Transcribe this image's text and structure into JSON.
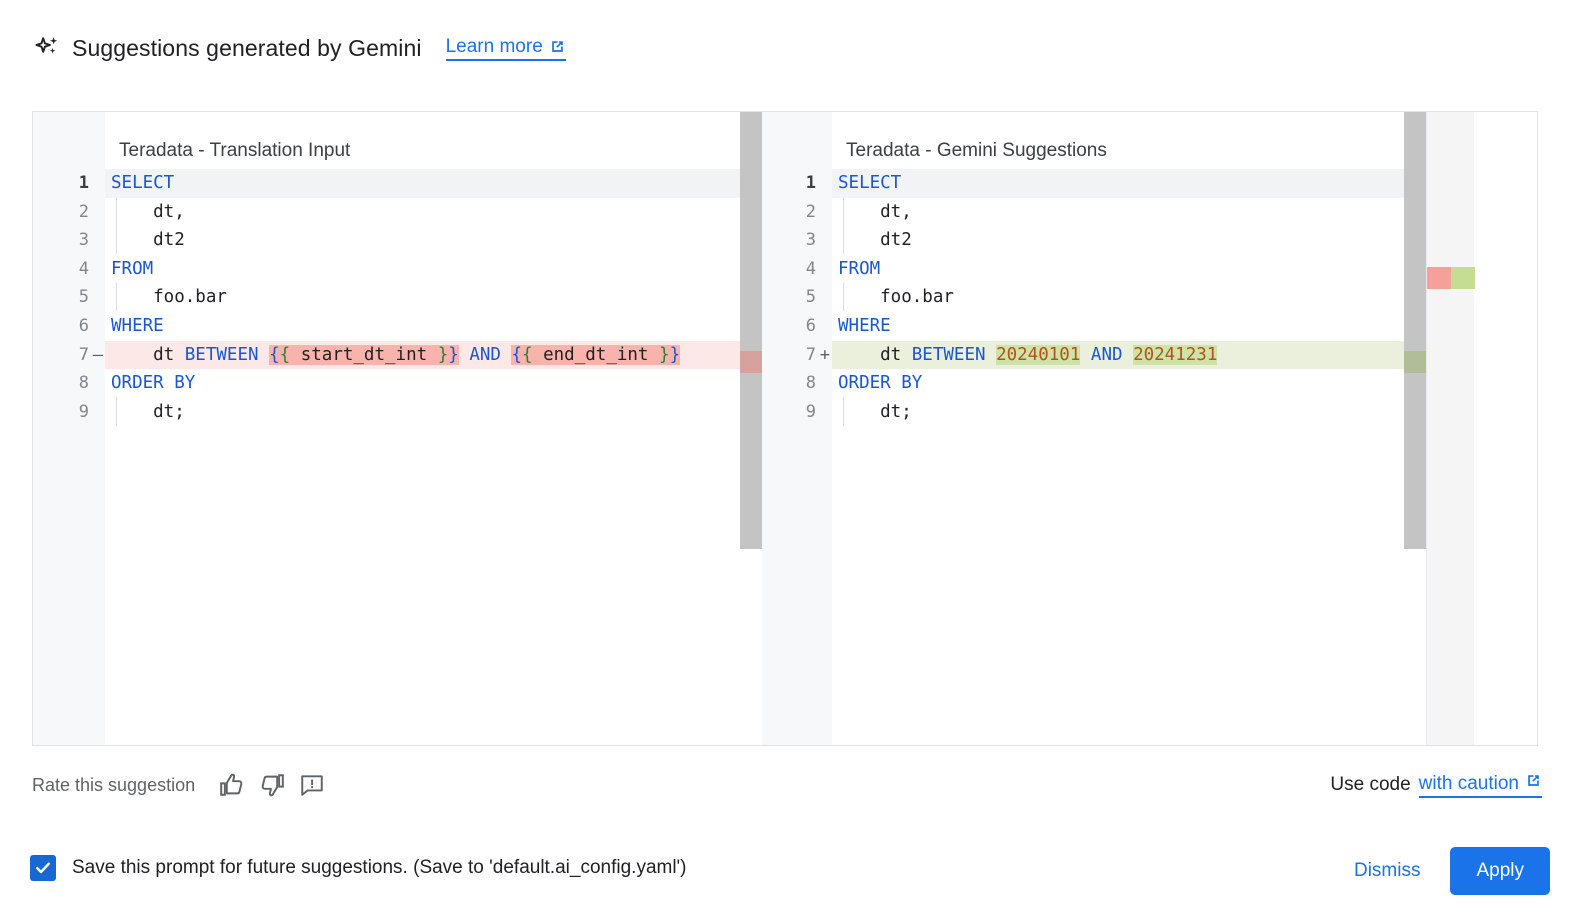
{
  "header": {
    "icon": "sparkle-icon",
    "title": "Suggestions generated by Gemini",
    "learn_more_label": "Learn more",
    "learn_more_icon": "external-link-icon",
    "link_color": "#1a73e8"
  },
  "editors": {
    "left": {
      "title": "Teradata - Translation Input",
      "lines": [
        {
          "n": "1",
          "sign": "",
          "active": true,
          "diff": "none"
        },
        {
          "n": "2",
          "sign": "",
          "active": false,
          "diff": "none"
        },
        {
          "n": "3",
          "sign": "",
          "active": false,
          "diff": "none"
        },
        {
          "n": "4",
          "sign": "",
          "active": false,
          "diff": "none"
        },
        {
          "n": "5",
          "sign": "",
          "active": false,
          "diff": "none"
        },
        {
          "n": "6",
          "sign": "",
          "active": false,
          "diff": "none"
        },
        {
          "n": "7",
          "sign": "—",
          "active": false,
          "diff": "del"
        },
        {
          "n": "8",
          "sign": "",
          "active": false,
          "diff": "none"
        },
        {
          "n": "9",
          "sign": "",
          "active": false,
          "diff": "none"
        }
      ],
      "code": [
        "SELECT",
        "    dt,",
        "    dt2",
        "FROM",
        "    foo.bar",
        "WHERE",
        "    dt BETWEEN {{ start_dt_int }} AND {{ end_dt_int }}",
        "ORDER BY",
        "    dt;"
      ]
    },
    "right": {
      "title": "Teradata - Gemini Suggestions",
      "lines": [
        {
          "n": "1",
          "sign": "",
          "active": true,
          "diff": "none"
        },
        {
          "n": "2",
          "sign": "",
          "active": false,
          "diff": "none"
        },
        {
          "n": "3",
          "sign": "",
          "active": false,
          "diff": "none"
        },
        {
          "n": "4",
          "sign": "",
          "active": false,
          "diff": "none"
        },
        {
          "n": "5",
          "sign": "",
          "active": false,
          "diff": "none"
        },
        {
          "n": "6",
          "sign": "",
          "active": false,
          "diff": "none"
        },
        {
          "n": "7",
          "sign": "+",
          "active": false,
          "diff": "add"
        },
        {
          "n": "8",
          "sign": "",
          "active": false,
          "diff": "none"
        },
        {
          "n": "9",
          "sign": "",
          "active": false,
          "diff": "none"
        }
      ],
      "code": [
        "SELECT",
        "    dt,",
        "    dt2",
        "FROM",
        "    foo.bar",
        "WHERE",
        "    dt BETWEEN 20240101 AND 20241231",
        "ORDER BY",
        "    dt;"
      ]
    },
    "colors": {
      "keyword": "#1a56d2",
      "number": "#b0541a",
      "delete_row": "#fce8e6",
      "delete_word": "#f9b3ad",
      "add_row": "#eaf0dc",
      "add_word": "#cfe2a8",
      "scrollbar": "#c4c4c4",
      "overview_bg": "#f5f5f5"
    }
  },
  "feedback": {
    "rate_label": "Rate this suggestion",
    "thumb_up_icon": "thumb-up-icon",
    "thumb_down_icon": "thumb-down-icon",
    "report_icon": "report-feedback-icon",
    "use_code_prefix": "Use code",
    "use_code_link": "with caution",
    "use_code_icon": "external-link-icon"
  },
  "bottom": {
    "checkbox_checked": true,
    "checkbox_label": "Save this prompt for future suggestions. (Save to 'default.ai_config.yaml')",
    "dismiss_label": "Dismiss",
    "apply_label": "Apply",
    "apply_bg": "#1a73e8"
  }
}
